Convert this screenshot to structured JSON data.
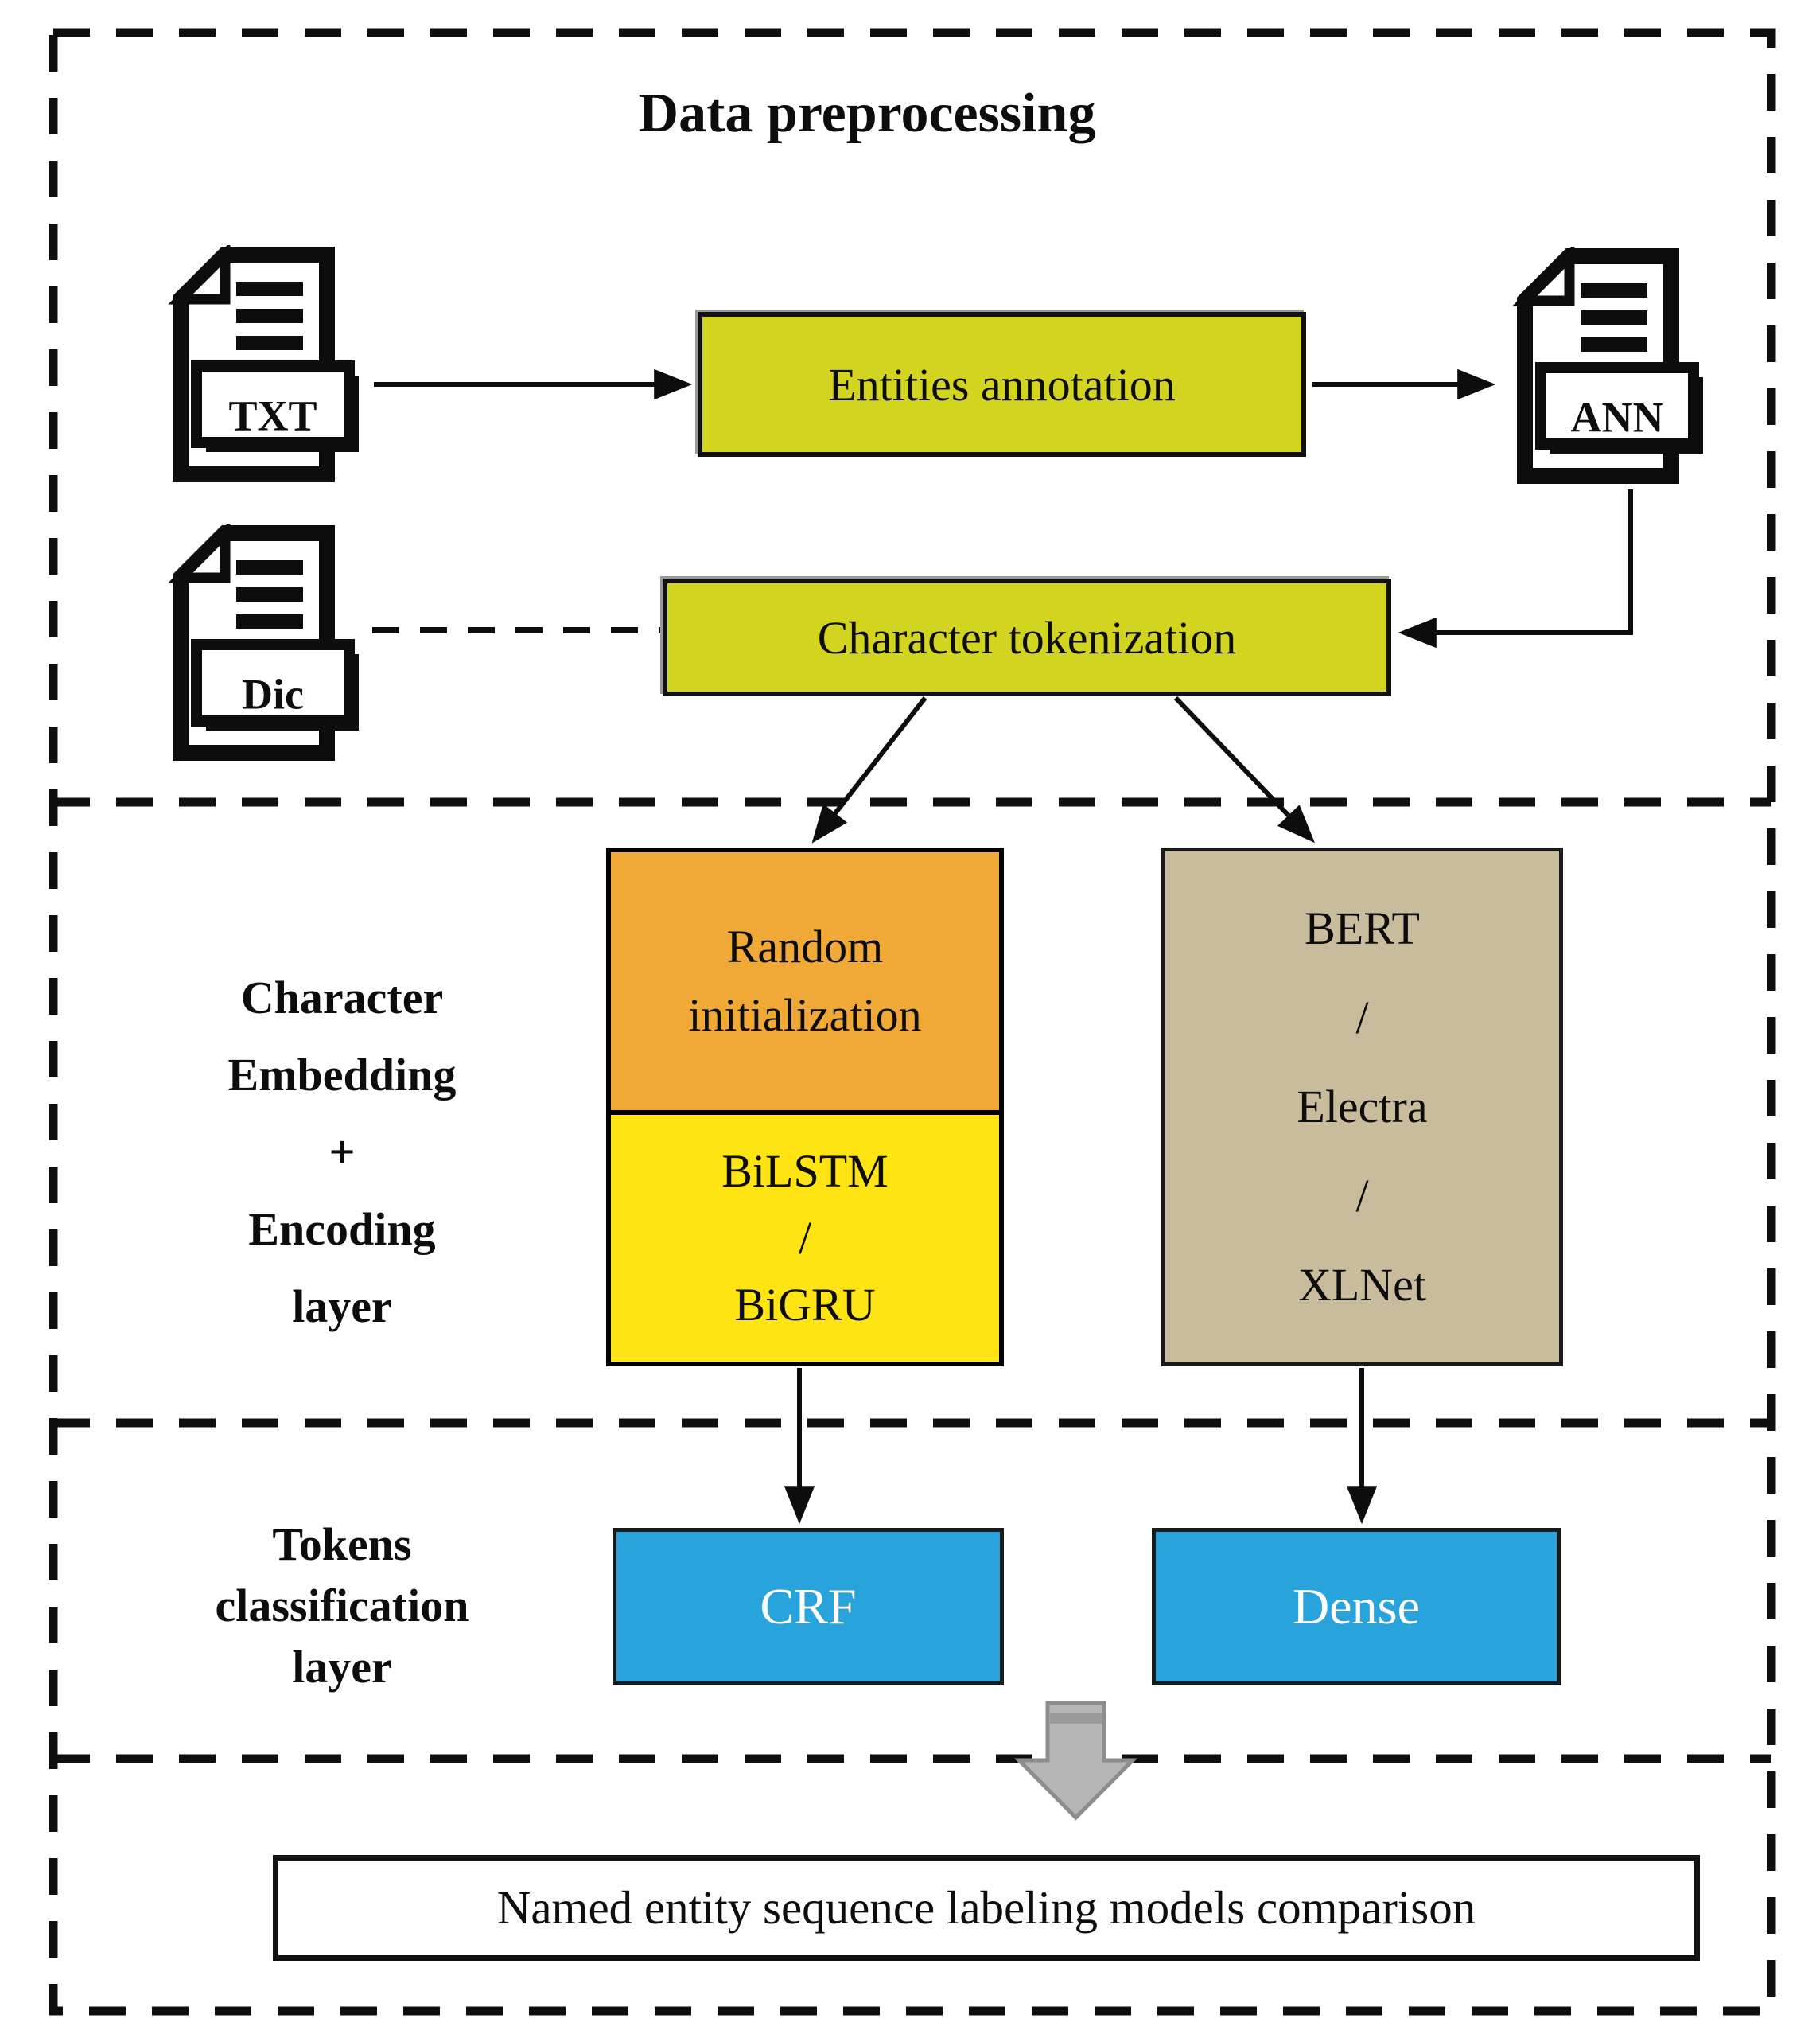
{
  "title": "Data preprocessing",
  "icons": {
    "txt": "TXT",
    "ann": "ANN",
    "dic": "Dic"
  },
  "preprocessing": {
    "entities_annotation": "Entities annotation",
    "character_tokenization": "Character tokenization"
  },
  "embedding_layer": {
    "side_label": [
      "Character",
      "Embedding",
      "+",
      "Encoding",
      "layer"
    ],
    "random_init": [
      "Random",
      "initialization"
    ],
    "rnn_encoder": [
      "BiLSTM",
      "/",
      "BiGRU"
    ],
    "transformer_encoder": [
      "BERT",
      "/",
      "Electra",
      "/",
      "XLNet"
    ]
  },
  "classification_layer": {
    "side_label": [
      "Tokens",
      "classification",
      "layer"
    ],
    "crf": "CRF",
    "dense": "Dense"
  },
  "output": {
    "comparison": "Named entity sequence labeling models comparison"
  },
  "colors": {
    "process_box": "#d2d41f",
    "random_init_box": "#f0a936",
    "rnn_box": "#ffe414",
    "transformer_box": "#c8bc9c",
    "classifier_box": "#29a3db",
    "block_arrow": "#b5b5b5",
    "line": "#0d0d0d"
  }
}
